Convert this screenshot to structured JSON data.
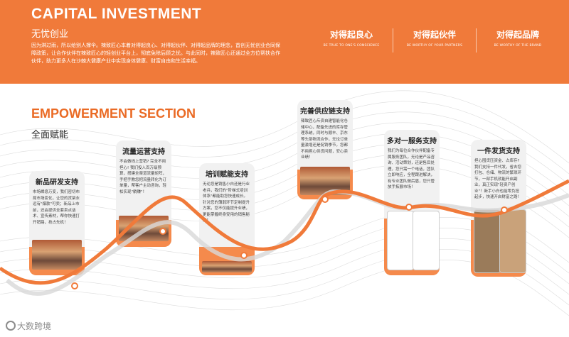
{
  "header": {
    "title": "CAPITAL INVESTMENT",
    "subtitle": "无忧创业",
    "description": "因为淋过雨，所以给别人撑伞。辣致匠心本着对得起良心、对得起伙伴、对得起品牌的理念，首创无忧创业合同保障政策，让合作伙伴在辣致匠心的轻创业平台上，彻底免除后顾之忧。与此同时，辣致匠心还通过全方位帮扶合作伙伴，助力更多人在沙棘大健康产业中实现身体健康、财富自由和生活幸福。",
    "values": [
      {
        "cn": "对得起良心",
        "en": "BE TRUE TO ONE'S CONSCIENCE"
      },
      {
        "cn": "对得起伙伴",
        "en": "BE WORTHY OF YOUR PARTNERS"
      },
      {
        "cn": "对得起品牌",
        "en": "BE WORTHY OF THE BRAND"
      }
    ]
  },
  "section": {
    "title": "EMPOWERMENT SECTION",
    "subtitle": "全面赋能"
  },
  "cards": [
    {
      "title": "新品研发支持",
      "desc": "市场瞬息万变，我们密切布局市场变化，让您的货架永远有\"爆款\"可卖；新品上市前，还会提供全套卖点话术、宣传素材，帮你快速打开销路，抢占先机！"
    },
    {
      "title": "流量运营支持",
      "desc": "不会做线上营销? 完全不用担心! 我们投入百万级预算，搭建全渠道流量矩阵，手把手教您把流量转化为订单量，帮客户主动咨询，轻松实现\"躺赚\"！"
    },
    {
      "title": "培训赋能支持",
      "desc": "无论您是销售小白还是行业老兵，我们的\"阶梯式培训体系\"都能助您快速成长。针对您的薄弱环节定制提升方案，您不仅能提升业绩，更能掌握终身受用的销售秘籍！"
    },
    {
      "title": "完善供应链支持",
      "desc": "辣致匠心斥资自建智能化仓储中心，配备先进的库存管理系统，同时与顺丰、京东等头部物流合作，无论订单量激增还是促销季节，您都不用担心供货问题，安心卖业绩！"
    },
    {
      "title": "多对一服务支持",
      "desc": "我们为每位合作伙伴配备专属服务团队，无论是产品咨询、活动策划，还是售后处理，您只需一个电话，团队立即响应，全程跟进解决，有专业团队做后盾，您只管放手拓展市场！"
    },
    {
      "title": "一件发货支持",
      "desc": "担心囤货压资金、占库存? 我们支持一件代发，省去您打包、仓储、物流的繁琐环节，一部手机就能开启副业，真正实现\"轻资产创业\"！新手小白也能零负担起步，快速开启财富之路！"
    }
  ],
  "watermark": "大数跨境",
  "colors": {
    "accent": "#f07a3a",
    "card_bg": "#f1f1f1"
  }
}
